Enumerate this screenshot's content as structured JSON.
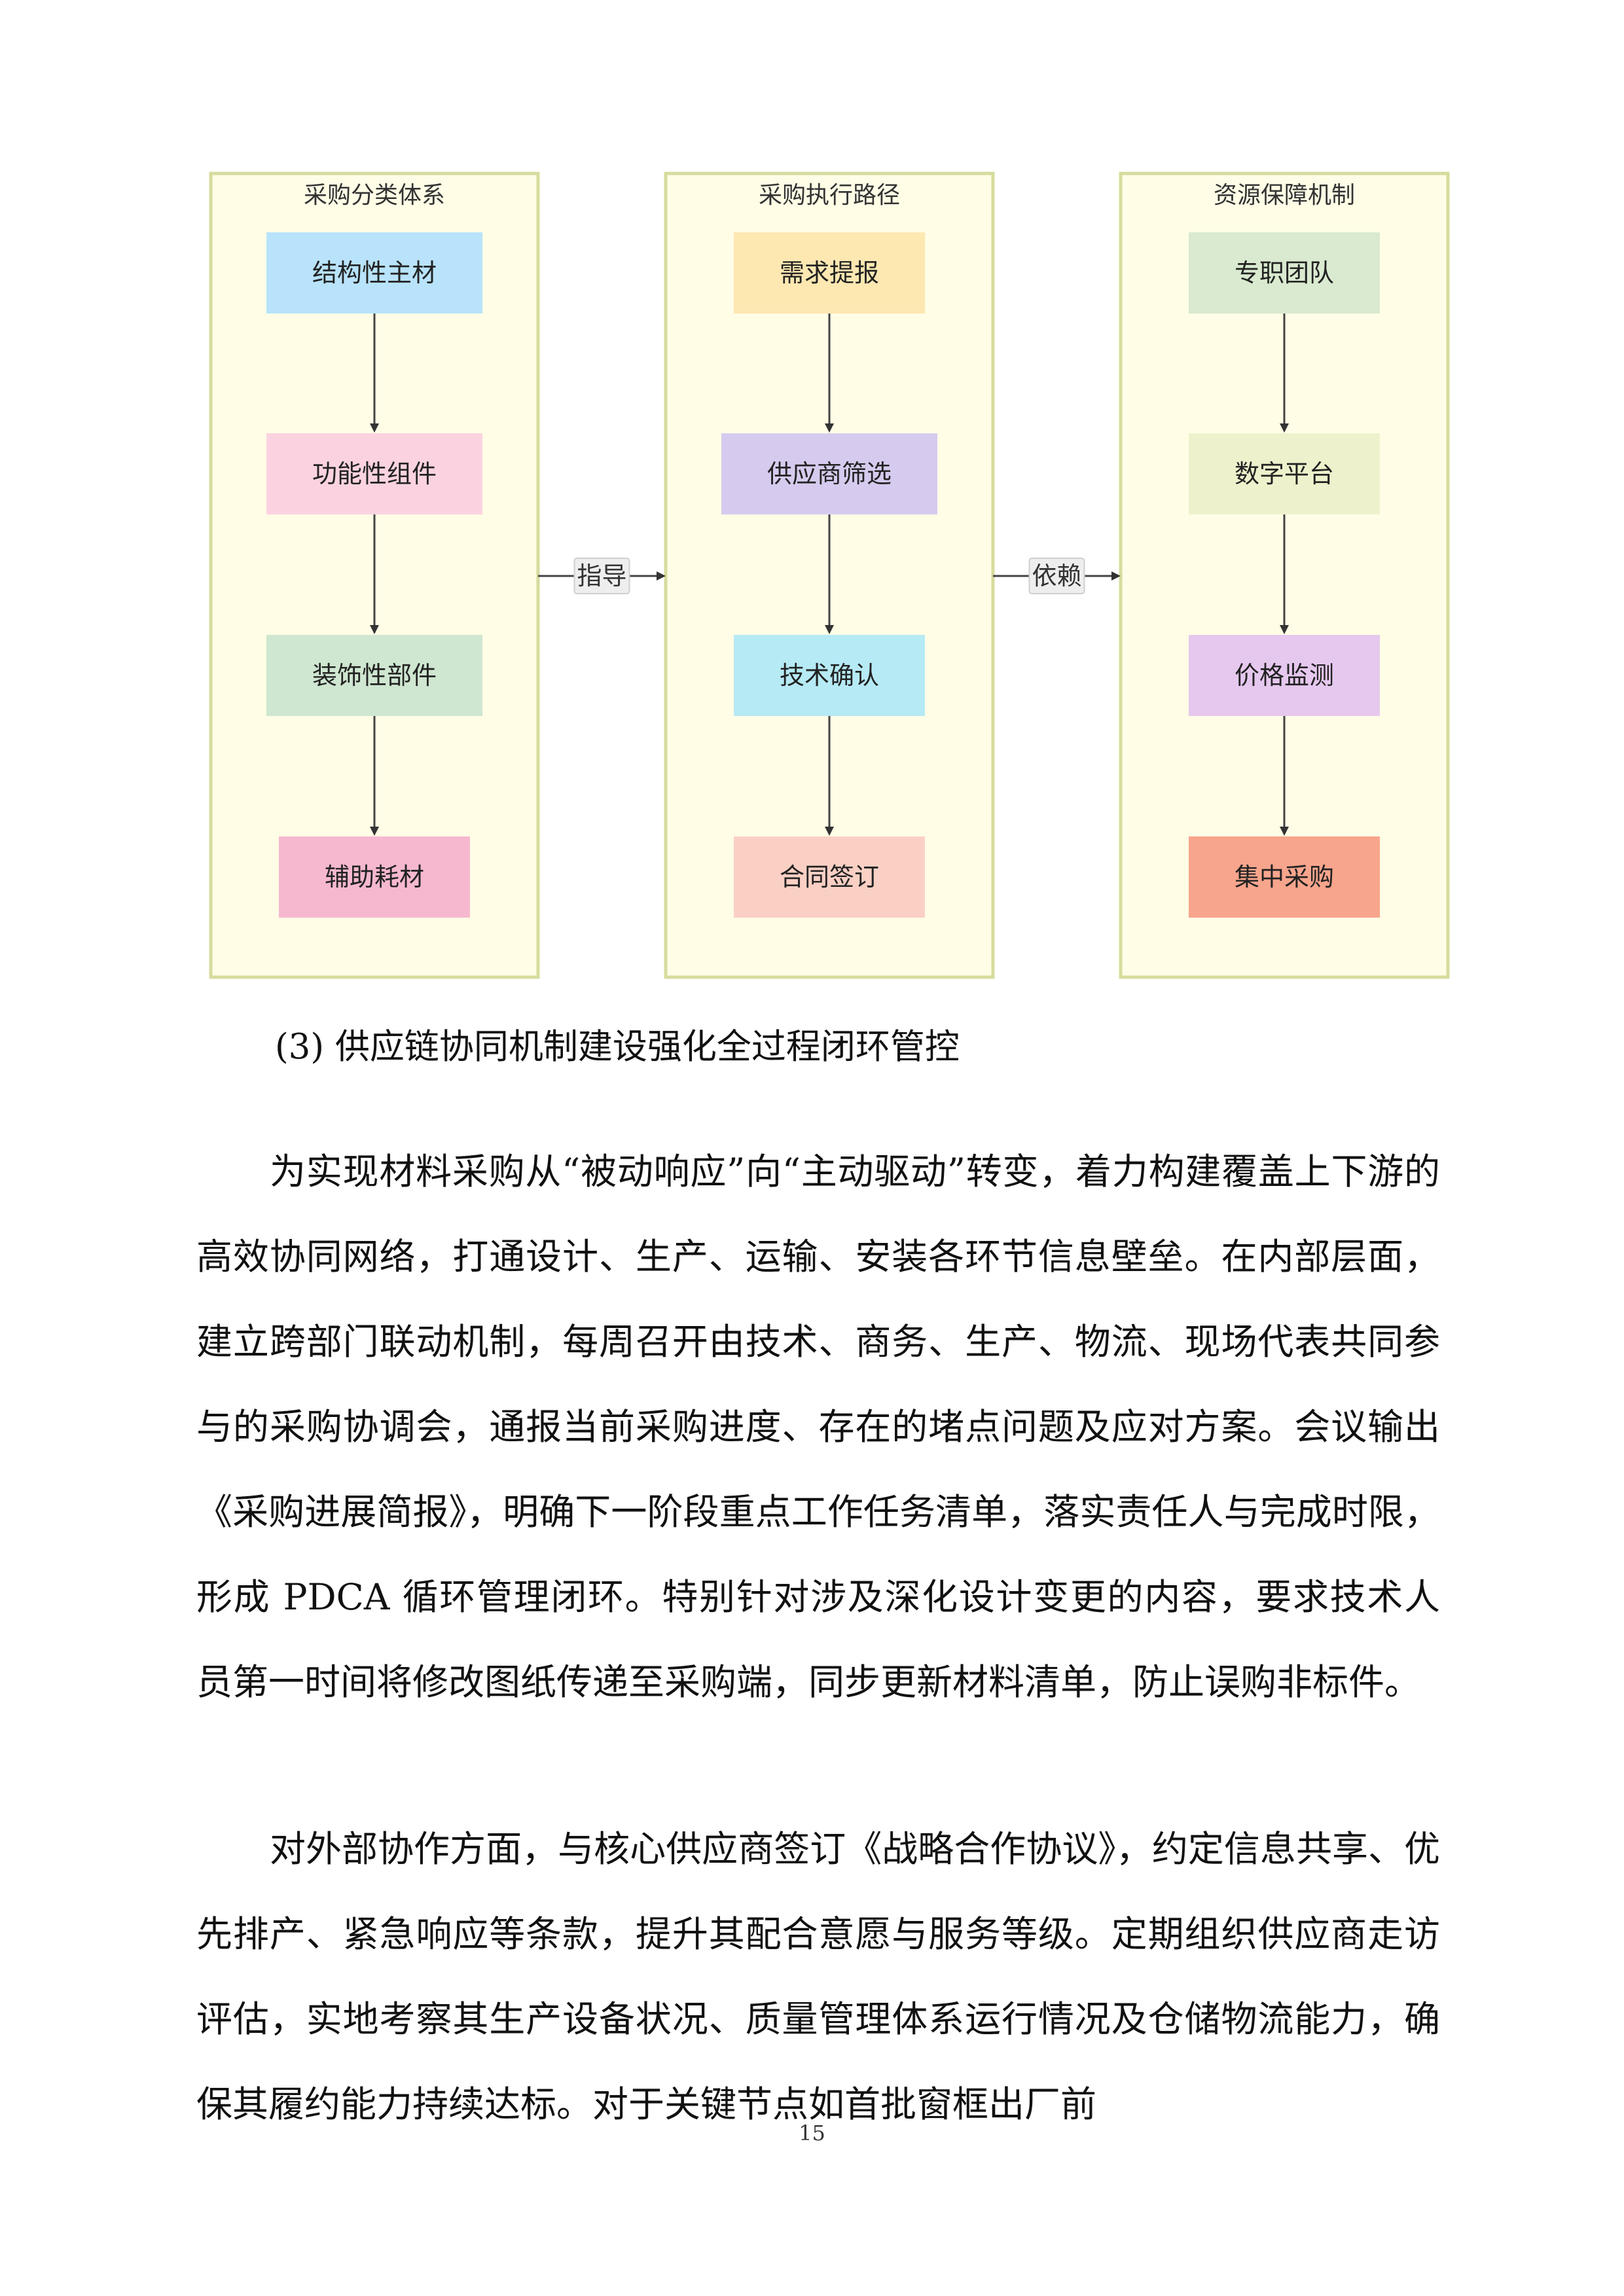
{
  "diagram": {
    "panels": [
      {
        "title": "采购分类体系",
        "nodes": [
          {
            "label": "结构性主材",
            "color": "#b8e3fa"
          },
          {
            "label": "功能性组件",
            "color": "#fbd3e0"
          },
          {
            "label": "装饰性部件",
            "color": "#cfe6d0"
          },
          {
            "label": "辅助耗材",
            "color": "#f6b8cf"
          }
        ]
      },
      {
        "title": "采购执行路径",
        "nodes": [
          {
            "label": "需求提报",
            "color": "#fde8b2"
          },
          {
            "label": "供应商筛选",
            "color": "#d6cbee"
          },
          {
            "label": "技术确认",
            "color": "#b6eaf5"
          },
          {
            "label": "合同签订",
            "color": "#fbd0c4"
          }
        ]
      },
      {
        "title": "资源保障机制",
        "nodes": [
          {
            "label": "专职团队",
            "color": "#d9ead0"
          },
          {
            "label": "数字平台",
            "color": "#eef2cc"
          },
          {
            "label": "价格监测",
            "color": "#e6c8ee"
          },
          {
            "label": "集中采购",
            "color": "#f8a58d"
          }
        ]
      }
    ],
    "links": [
      {
        "label": "指导"
      },
      {
        "label": "依赖"
      }
    ]
  },
  "heading": "(3) 供应链协同机制建设强化全过程闭环管控",
  "paragraphs": [
    "为实现材料采购从“被动响应”向“主动驱动”转变，着力构建覆盖上下游的高效协同网络，打通设计、生产、运输、安装各环节信息壁垒。在内部层面，建立跨部门联动机制，每周召开由技术、商务、生产、物流、现场代表共同参与的采购协调会，通报当前采购进度、存在的堵点问题及应对方案。会议输出《采购进展简报》，明确下一阶段重点工作任务清单，落实责任人与完成时限，形成 PDCA 循环管理闭环。特别针对涉及深化设计变更的内容，要求技术人员第一时间将修改图纸传递至采购端，同步更新材料清单，防止误购非标件。",
    "对外部协作方面，与核心供应商签订《战略合作协议》，约定信息共享、优先排产、紧急响应等条款，提升其配合意愿与服务等级。定期组织供应商走访评估，实地考察其生产设备状况、质量管理体系运行情况及仓储物流能力，确保其履约能力持续达标。对于关键节点如首批窗框出厂前"
  ],
  "page_number": "15"
}
